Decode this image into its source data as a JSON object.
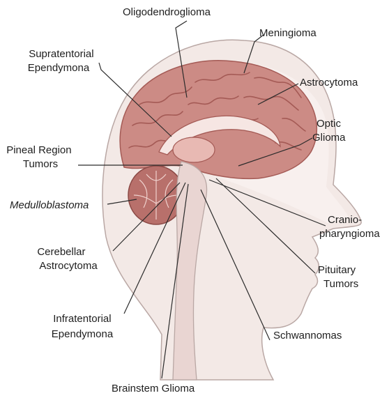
{
  "labels": {
    "oligodendroglioma": "Oligodendroglioma",
    "meningioma": "Meningioma",
    "supratentorial_ependymoma": [
      "Supratentorial",
      "Ependymona"
    ],
    "astrocytoma": "Astrocytoma",
    "optic_glioma": [
      "Optic",
      "Glioma"
    ],
    "pineal_region_tumors": [
      "Pineal Region",
      "Tumors"
    ],
    "medulloblastoma": "Medulloblastoma",
    "craniopharyngioma": [
      "Cranio-",
      "pharyngioma"
    ],
    "cerebellar_astrocytoma": [
      "Cerebellar",
      "Astrocytoma"
    ],
    "pituitary_tumors": [
      "Pituitary",
      "Tumors"
    ],
    "infratentorial_ependymoma": [
      "Infratentorial",
      "Ependymona"
    ],
    "schwannomas": "Schwannomas",
    "brainstem_glioma": "Brainstem Glioma"
  },
  "colors": {
    "skin": "#f3e9e6",
    "skin_outline": "#b9a7a4",
    "brain": "#cc8b85",
    "brain_fold": "#a45a55",
    "brain_light": "#e8b9b3",
    "cerebellum": "#b8706b",
    "stem": "#e9d5d2"
  }
}
